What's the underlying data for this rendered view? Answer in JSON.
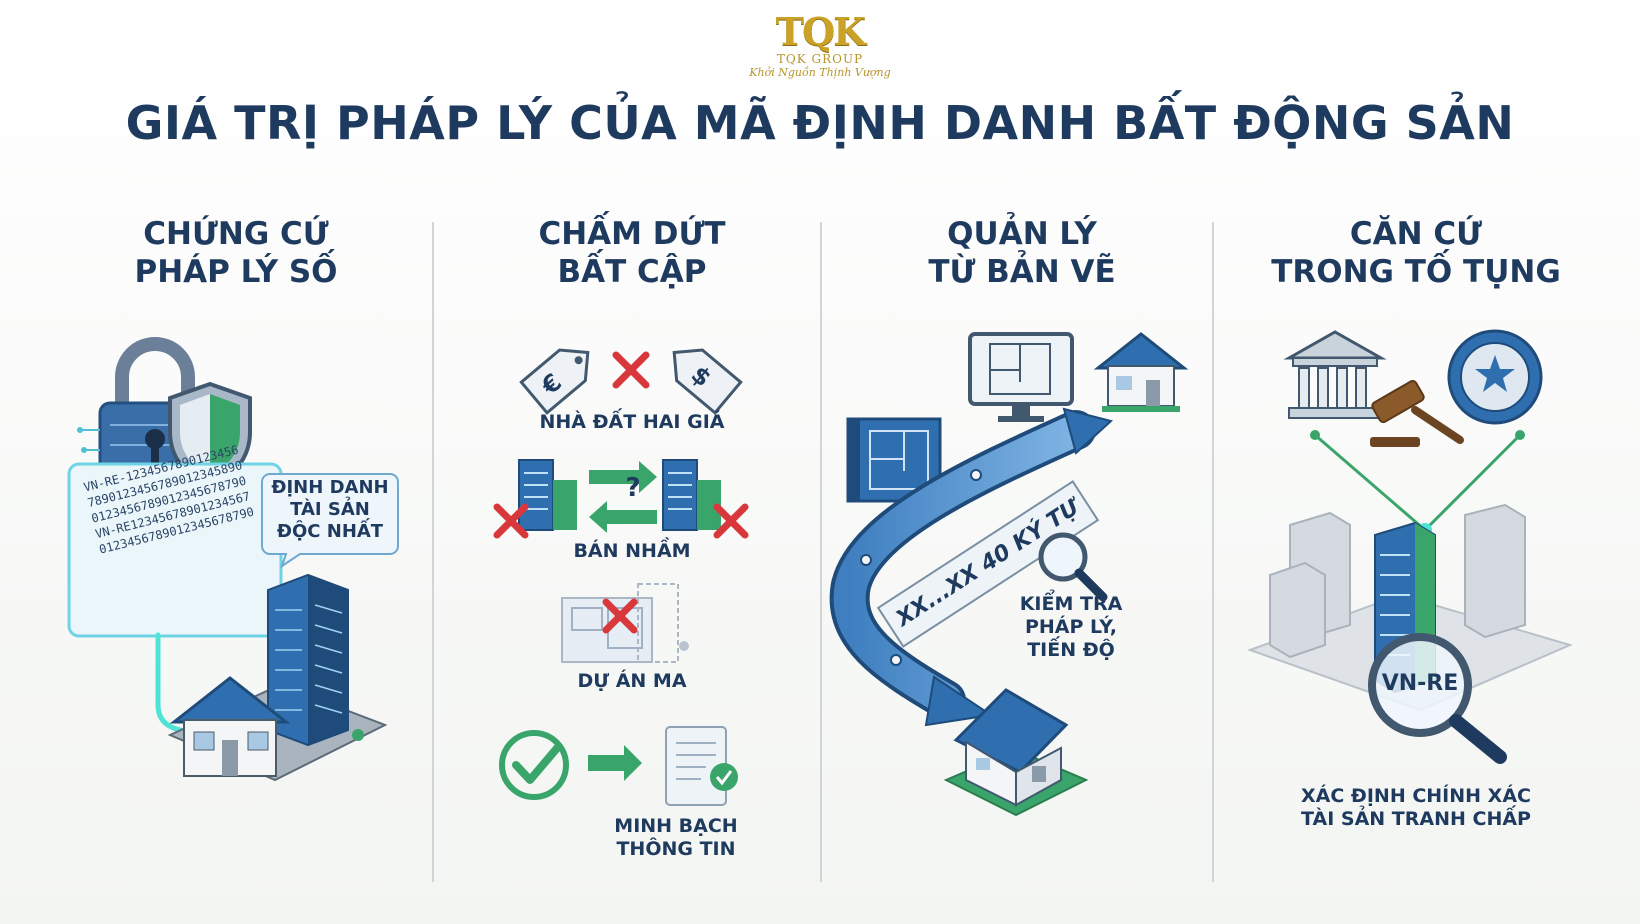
{
  "logo": {
    "mark": "TQK",
    "name": "TQK GROUP",
    "tagline": "Khởi Nguồn Thịnh Vượng",
    "color": "#c9a227"
  },
  "title": "GIÁ TRỊ PHÁP LÝ CỦA MÃ ĐỊNH DANH BẤT ĐỘNG SẢN",
  "colors": {
    "navy": "#1f3a5f",
    "blue": "#2f6fb0",
    "green": "#3aa56a",
    "red": "#d8383b",
    "glow": "#4fe3d6"
  },
  "columns": [
    {
      "title_line1": "CHỨNG CỨ",
      "title_line2": "PHÁP LÝ SỐ",
      "code_lines": [
        "VN-RE-1234567890123456",
        "7890123456789012345890",
        "0123456789012345678790",
        "VN-RE12345678901234567",
        "0123456789012345678790"
      ],
      "bubble_line1": "ĐỊNH DANH",
      "bubble_line2": "TÀI SẢN",
      "bubble_line3": "ĐỘC NHẤT",
      "icons": [
        "padlock-icon",
        "shield-icon",
        "tower-building-icon",
        "house-icon"
      ]
    },
    {
      "title_line1": "CHẤM DỨT",
      "title_line2": "BẤT CẬP",
      "items": [
        {
          "label": "NHÀ ĐẤT HAI GIÁ",
          "icon": "price-tag-icon"
        },
        {
          "label": "BÁN NHẦM",
          "icon": "building-swap-icon"
        },
        {
          "label": "DỰ ÁN MA",
          "icon": "ghost-project-icon"
        },
        {
          "label_line1": "MINH BẠCH",
          "label_line2": "THÔNG TIN",
          "icon": "verified-document-icon"
        }
      ],
      "question_mark": "?"
    },
    {
      "title_line1": "QUẢN LÝ",
      "title_line2": "TỪ BẢN VẼ",
      "code_band": "XX...XX 40 KÝ TỰ",
      "check_line1": "KIỂM TRA",
      "check_line2": "PHÁP LÝ,",
      "check_line3": "TIẾN ĐỘ",
      "icons": [
        "blueprint-icon",
        "monitor-icon",
        "house-icon",
        "magnifier-icon"
      ]
    },
    {
      "title_line1": "CĂN CỨ",
      "title_line2": "TRONG TỐ TỤNG",
      "lens_label": "VN-RE",
      "caption_line1": "XÁC ĐỊNH CHÍNH XÁC",
      "caption_line2": "TÀI SẢN TRANH CHẤP",
      "icons": [
        "courthouse-icon",
        "gavel-icon",
        "national-emblem-icon",
        "magnifier-icon"
      ]
    }
  ]
}
